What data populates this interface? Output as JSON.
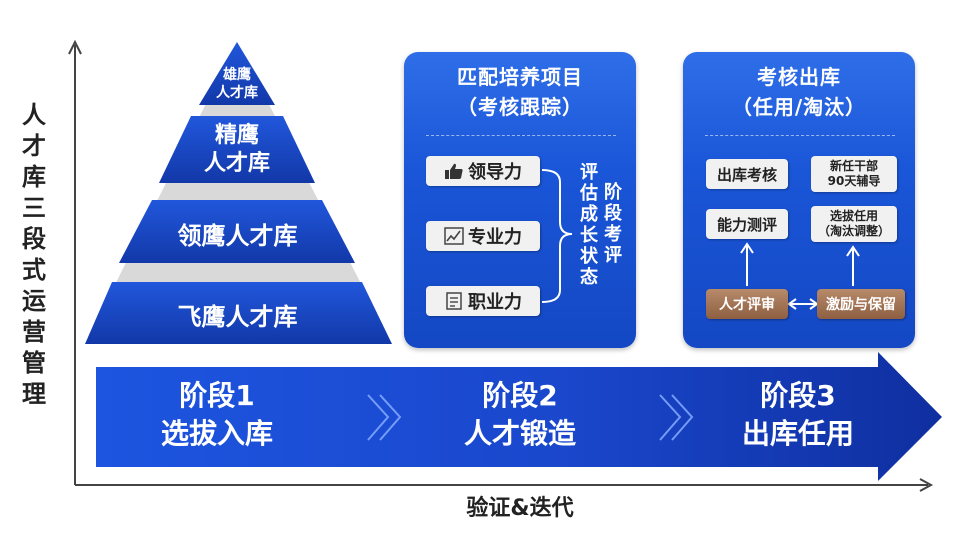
{
  "y_axis_label": "人才库三段式运营管理",
  "x_axis_label": "验证&迭代",
  "pyramid": {
    "tier1_line1": "雄鹰",
    "tier1_line2": "人才库",
    "tier2_line1": "精鹰",
    "tier2_line2": "人才库",
    "tier3": "领鹰人才库",
    "tier4": "飞鹰人才库"
  },
  "panel2": {
    "title_line1": "匹配培养项目",
    "title_line2": "（考核跟踪）",
    "items": [
      {
        "label": "领导力",
        "icon": "thumbs-up-icon"
      },
      {
        "label": "专业力",
        "icon": "line-chart-icon"
      },
      {
        "label": "职业力",
        "icon": "document-icon"
      }
    ],
    "side_col1": "评估成长状态",
    "side_col2": "阶段考评"
  },
  "panel3": {
    "title_line1": "考核出库",
    "title_line2": "（任用/淘汰）",
    "box_exit_review": "出库考核",
    "box_new_cadre_line1": "新任干部",
    "box_new_cadre_line2": "90天辅导",
    "box_ability": "能力测评",
    "box_select_line1": "选拔任用",
    "box_select_line2": "（淘汰调整）",
    "box_talent_review": "人才评审",
    "box_incentive": "激励与保留"
  },
  "stages": [
    {
      "line1": "阶段1",
      "line2": "选拔入库"
    },
    {
      "line1": "阶段2",
      "line2": "人才锻造"
    },
    {
      "line1": "阶段3",
      "line2": "出库任用"
    }
  ],
  "colors": {
    "primary_blue": "#1a4fd6",
    "dark_blue": "#1538b0",
    "brown": "#9a6a4b",
    "chip_bg": "#f1f1f1"
  }
}
